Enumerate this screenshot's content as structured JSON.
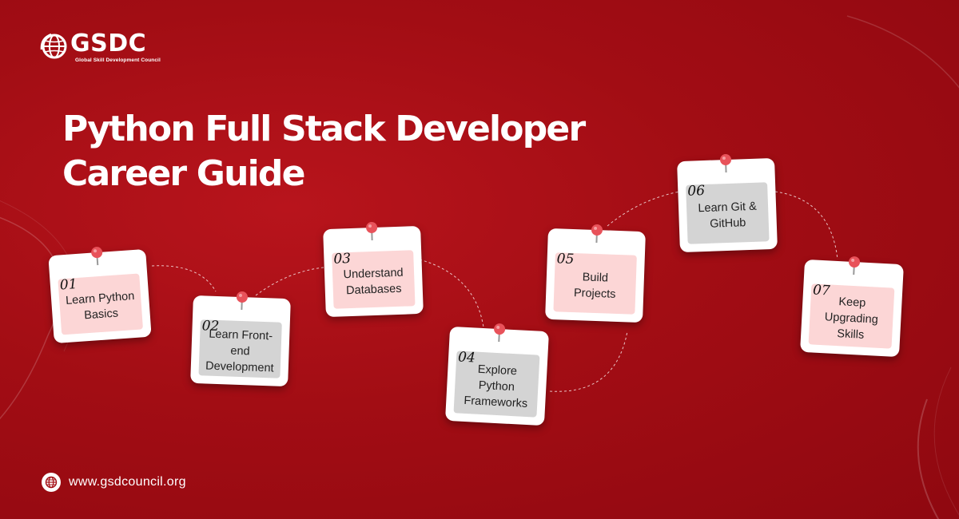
{
  "brand": {
    "logo_text": "GSDC",
    "logo_subtitle": "Global Skill Development Council"
  },
  "title": {
    "line1": "Python Full Stack Developer",
    "line2": "Career Guide"
  },
  "steps": [
    {
      "number": "01",
      "label": "Learn Python Basics"
    },
    {
      "number": "02",
      "label": "Learn Front-end Development"
    },
    {
      "number": "03",
      "label": "Understand Databases"
    },
    {
      "number": "04",
      "label": "Explore Python Frameworks"
    },
    {
      "number": "05",
      "label": "Build Projects"
    },
    {
      "number": "06",
      "label": "Learn Git & GitHub"
    },
    {
      "number": "07",
      "label": "Keep Upgrading Skills"
    }
  ],
  "footer": {
    "website": "www.gsdcouncil.org"
  },
  "colors": {
    "background": "#a20d14",
    "card": "#ffffff",
    "card_pink": "#fcd6d6",
    "card_grey": "#d4d4d4",
    "pin": "#e8525a"
  }
}
